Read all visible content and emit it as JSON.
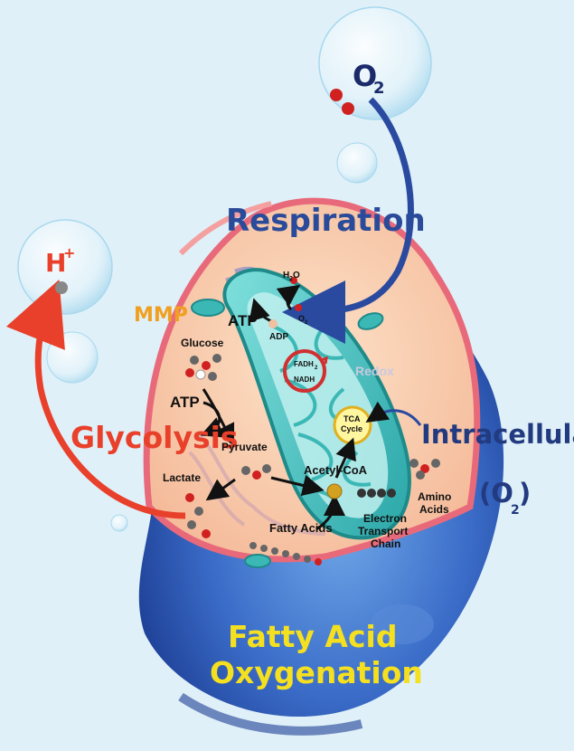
{
  "labels": {
    "o2": "O",
    "o2_sub": "2",
    "h_plus": "H",
    "h_plus_sup": "+",
    "respiration": "Respiration",
    "mmp": "MMP",
    "glucose": "Glucose",
    "atp_left": "ATP",
    "glycolysis": "Glycolysis",
    "pyruvate": "Pyruvate",
    "lactate": "Lactate",
    "acetyl_coa": "Acetyl-CoA",
    "fatty_acids": "Fatty Acids",
    "atp_mito": "ATP",
    "adp": "ADP",
    "h2o": "H",
    "h2o_sub": "2",
    "h2o_o": "O",
    "o2_small": "O",
    "o2_small_sub": "2",
    "fadh2": "FADH",
    "fadh2_sub": "2",
    "nadh": "NADH",
    "tca_line1": "TCA",
    "tca_line2": "Cycle",
    "redox": "Redox",
    "intracellular": "Intracellular",
    "o2_paren_open": "(O",
    "o2_paren_sub": "2",
    "o2_paren_close": ")",
    "amino_line1": "Amino",
    "amino_line2": "Acids",
    "etc_line1": "Electron",
    "etc_line2": "Transport",
    "etc_line3": "Chain",
    "fao_line1": "Fatty Acid",
    "fao_line2": "Oxygenation"
  },
  "colors": {
    "background": "#dff0f8",
    "cell_outer": "#2f5fb8",
    "cytoplasm": "#f7c9a8",
    "membrane": "#e86a7a",
    "mitochondria_outer": "#3bb8b6",
    "mitochondria_inner": "#bff0ee",
    "respiration_text": "#2a4a9a",
    "glycolysis_text": "#e8402a",
    "mmp_text": "#f0a020",
    "fao_text": "#f5e020",
    "intracellular_text": "#223a80",
    "arrow_blue": "#2a4aa0",
    "arrow_red": "#e8402a"
  }
}
